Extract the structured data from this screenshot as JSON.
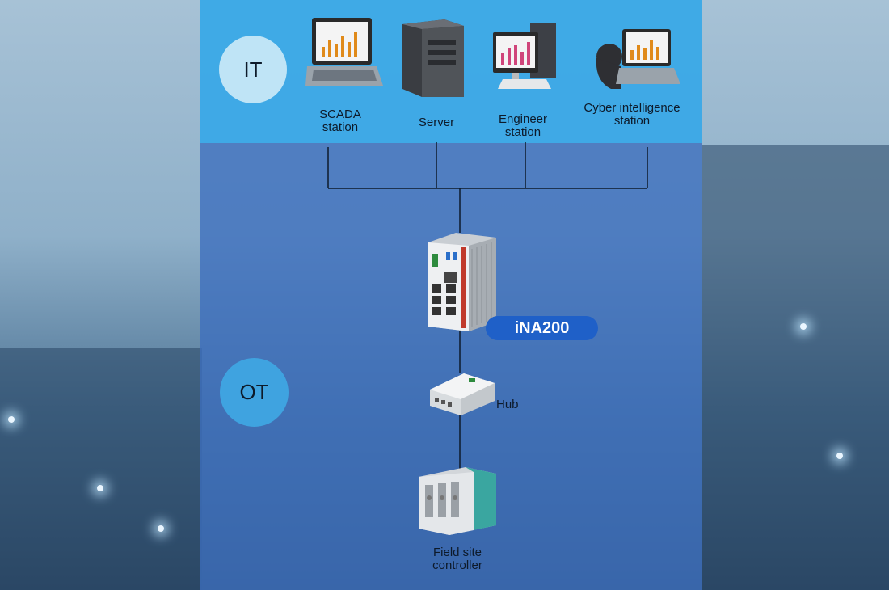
{
  "zones": {
    "it": "IT",
    "ot": "OT"
  },
  "stations": [
    {
      "line1": "SCADA",
      "line2": "station"
    },
    {
      "line1": "Server",
      "line2": ""
    },
    {
      "line1": "Engineer",
      "line2": "station"
    },
    {
      "line1": "Cyber intelligence",
      "line2": "station"
    }
  ],
  "gateway": {
    "name": "iNA200"
  },
  "hub": {
    "label": "Hub"
  },
  "controller": {
    "line1": "Field site",
    "line2": "controller"
  },
  "colors": {
    "it_band": "#3cafeb",
    "ot_panel": "#3c6ebe",
    "badge": "#1f60c8",
    "network_line": "#0d1a2a"
  }
}
